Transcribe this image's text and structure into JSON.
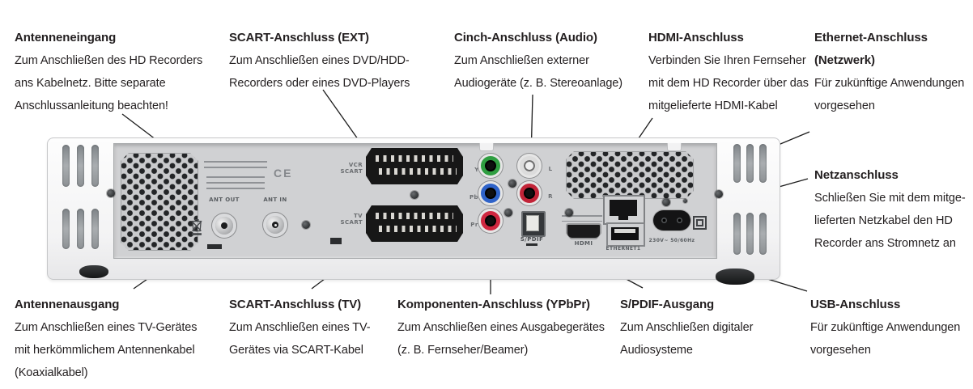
{
  "annotations": {
    "top": [
      {
        "title": "Antenneneingang",
        "lines": [
          "Zum Anschließen des HD Recorders",
          "ans Kabelnetz. Bitte separate",
          "Anschlussanleitung beachten!"
        ]
      },
      {
        "title": "SCART-Anschluss (EXT)",
        "lines": [
          "Zum Anschließen eines DVD/HDD-",
          "Recorders oder eines DVD-Players"
        ]
      },
      {
        "title": "Cinch-Anschluss (Audio)",
        "lines": [
          "Zum Anschließen externer",
          "Audiogeräte (z. B. Stereoanlage)"
        ]
      },
      {
        "title": "HDMI-Anschluss",
        "lines": [
          "Verbinden Sie Ihren Fernseher",
          "mit dem HD Recorder über das",
          "mitgelieferte HDMI-Kabel"
        ]
      },
      {
        "title": "Ethernet-Anschluss",
        "title2": "(Netzwerk)",
        "lines": [
          "Für zukünftige Anwendungen",
          "vorgesehen"
        ]
      }
    ],
    "right": [
      {
        "title": "Netzanschluss",
        "lines": [
          "Schließen Sie mit dem mitge-",
          "lieferten Netzkabel den HD",
          "Recorder ans Stromnetz an"
        ]
      }
    ],
    "bottom": [
      {
        "title": "Antennenausgang",
        "lines": [
          "Zum Anschließen eines TV-Gerätes",
          "mit herkömmlichem Antennenkabel",
          "(Koaxialkabel)"
        ]
      },
      {
        "title": "SCART-Anschluss (TV)",
        "lines": [
          "Zum Anschließen eines TV-",
          "Gerätes via SCART-Kabel"
        ]
      },
      {
        "title": "Komponenten-Anschluss (YPbPr)",
        "lines": [
          "Zum Anschließen eines Ausgabegerätes",
          "(z. B. Fernseher/Beamer)"
        ]
      },
      {
        "title": "S/PDIF-Ausgang",
        "lines": [
          "Zum Anschließen digitaler",
          "Audiosysteme"
        ]
      },
      {
        "title": "USB-Anschluss",
        "lines": [
          "Für zukünftige Anwendungen",
          "vorgesehen"
        ]
      }
    ]
  },
  "device": {
    "ce_mark": "CE",
    "ports": {
      "ant_out": "ANT OUT",
      "ant_in": "ANT IN",
      "vcr_scart_line1": "VCR",
      "vcr_scart_line2": "SCART",
      "tv_scart_line1": "TV",
      "tv_scart_line2": "SCART",
      "component_y": "Y",
      "component_pb": "Pb",
      "component_pr": "Pr",
      "audio_l": "L",
      "audio_r": "R",
      "spdif": "S/PDIF",
      "hdmi": "HDMI",
      "ethernet": "ETHERNET1",
      "power_rating": "230V~ 50/60Hz"
    },
    "colors": {
      "component_y": "#2f9e41",
      "component_pb": "#2f63c9",
      "component_pr": "#cf2740",
      "audio_l_ring": "#dcdcdc",
      "audio_r_ring": "#c22438",
      "panel": "#d0d1d3"
    }
  }
}
